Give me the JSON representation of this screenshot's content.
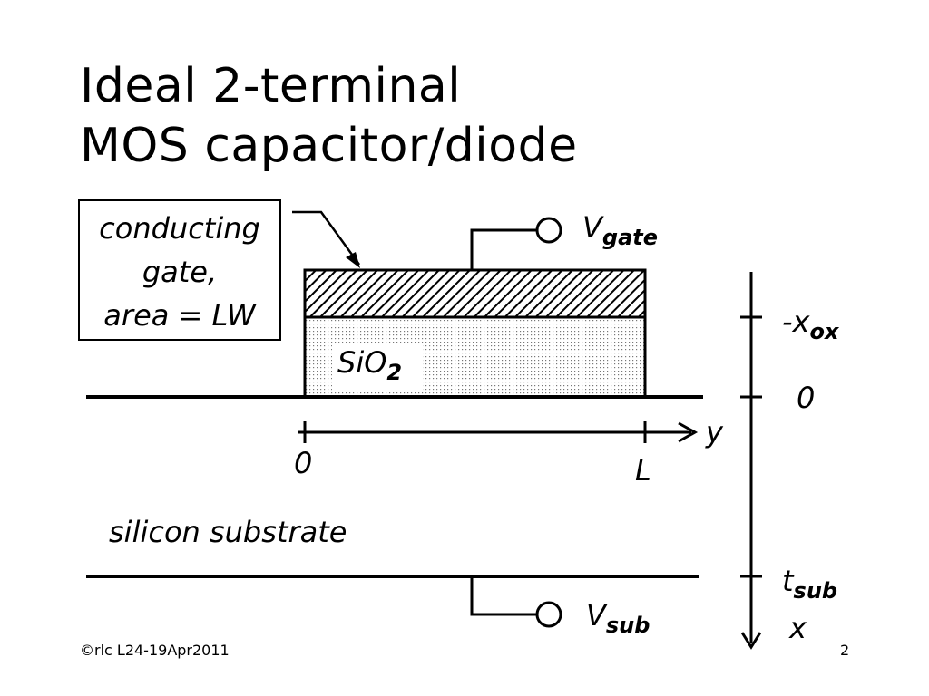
{
  "title": {
    "line1": "Ideal 2-terminal",
    "line2": "MOS capacitor/diode"
  },
  "callout": {
    "line1": "conducting",
    "line2": "gate,",
    "line3": "area = LW"
  },
  "labels": {
    "oxide_main": "SiO",
    "oxide_sub": "2",
    "vgate_main": "V",
    "vgate_sub": "gate",
    "vsub_main": "V",
    "vsub_sub": "sub",
    "xox_main": "-x",
    "xox_sub": "ox",
    "x_zero": "0",
    "tsub_main": "t",
    "tsub_sub": "sub",
    "x_axis": "x",
    "y_axis": "y",
    "y_zero": "0",
    "y_L": "L",
    "substrate": "silicon substrate"
  },
  "footer": {
    "left": "©rlc L24-19Apr2011",
    "right": "2"
  }
}
